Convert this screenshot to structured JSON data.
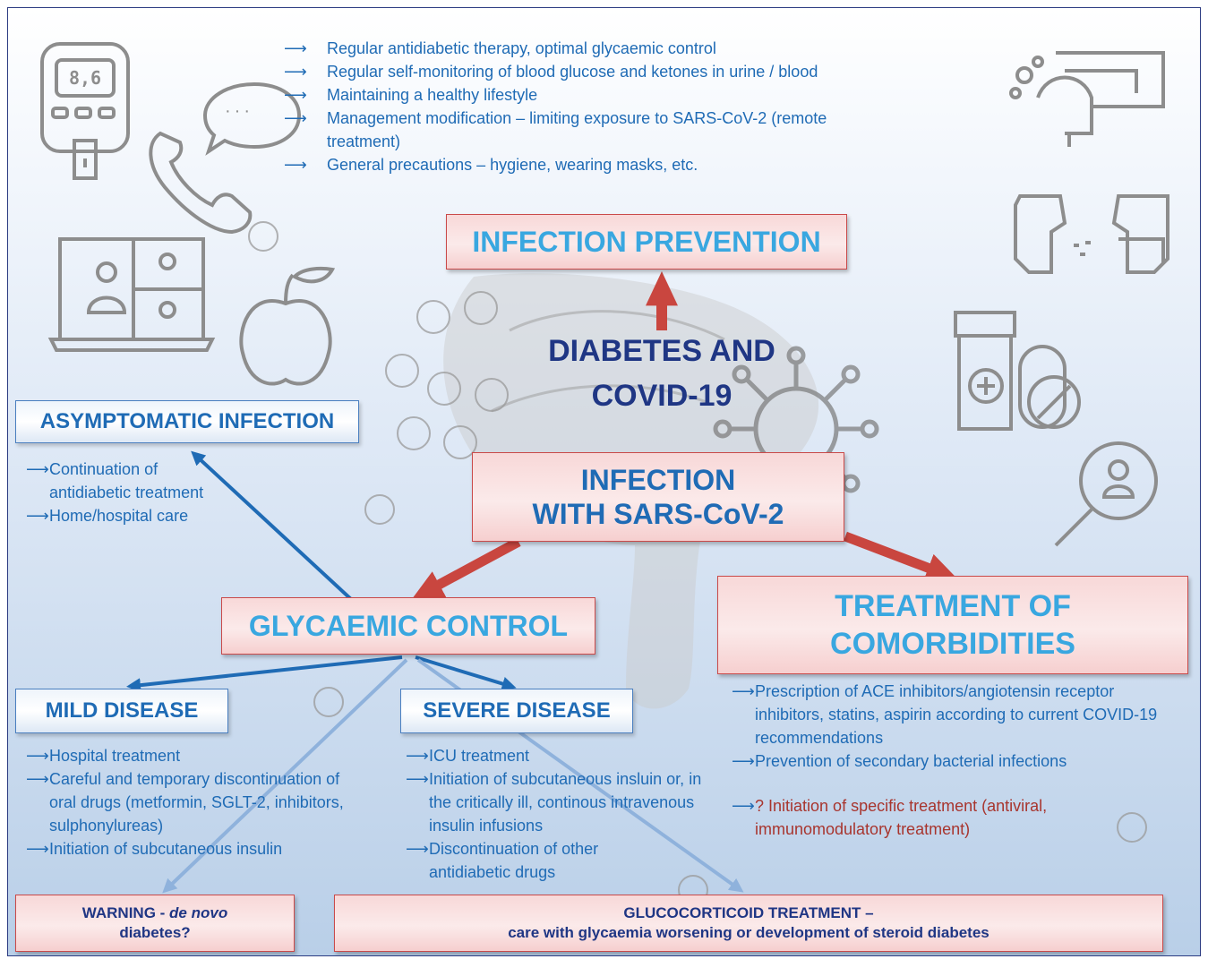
{
  "prevention_bullets": [
    "Regular antidiabetic therapy, optimal glycaemic control",
    "Regular self-monitoring of blood glucose and ketones in urine / blood",
    "Maintaining a healthy lifestyle",
    "Management modification – limiting exposure to SARS-CoV-2 (remote treatment)",
    "General precautions – hygiene, wearing masks, etc."
  ],
  "arrow_glyph": "⟶",
  "meter_display": "8,6",
  "infection_prevention": "INFECTION PREVENTION",
  "center_title_line1": "DIABETES AND",
  "center_title_line2": "COVID-19",
  "infection_line1": "INFECTION",
  "infection_line2": "WITH SARS-CoV-2",
  "asymptomatic": {
    "title": "ASYMPTOMATIC INFECTION",
    "bullets": [
      "Continuation of antidiabetic treatment",
      "Home/hospital care"
    ]
  },
  "glycaemic_control": "GLYCAEMIC CONTROL",
  "treatment_comorbidities": {
    "line1": "TREATMENT OF",
    "line2": "COMORBIDITIES",
    "bullets": [
      "Prescription of ACE inhibitors/angiotensin receptor inhibitors, statins, aspirin according to current COVID-19 recommendations",
      "Prevention of secondary bacterial infections"
    ],
    "red_bullet": "? Initiation of specific treatment (antiviral, immunomodulatory treatment)"
  },
  "mild": {
    "title": "MILD DISEASE",
    "bullets": [
      "Hospital treatment",
      "Careful and temporary discontinuation of oral drugs (metformin, SGLT-2, inhibitors, sulphonylureas)",
      "Initiation of subcutaneous insulin"
    ]
  },
  "severe": {
    "title": "SEVERE DISEASE",
    "bullets": [
      "ICU treatment",
      "Initiation of subcutaneous insluin or, in the critically ill, continous intravenous insulin infusions",
      "Discontinuation of other antidiabetic drugs"
    ]
  },
  "warning": {
    "prefix": "WARNING - ",
    "italic": "de novo",
    "line2": "diabetes?"
  },
  "glucocorticoid": {
    "line1": "GLUCOCORTICOID TREATMENT –",
    "line2": "care with glycaemia worsening or development of steroid diabetes"
  },
  "colors": {
    "navy": "#1f3684",
    "cyan": "#39a7e0",
    "blue_text": "#1f6bb5",
    "red_arrow": "#c9463f",
    "blue_arrow": "#1f6bb5",
    "light_blue_arrow": "#8fb2dc",
    "pink_border": "#c94a4a",
    "icon_gray": "#8d8d8d"
  }
}
